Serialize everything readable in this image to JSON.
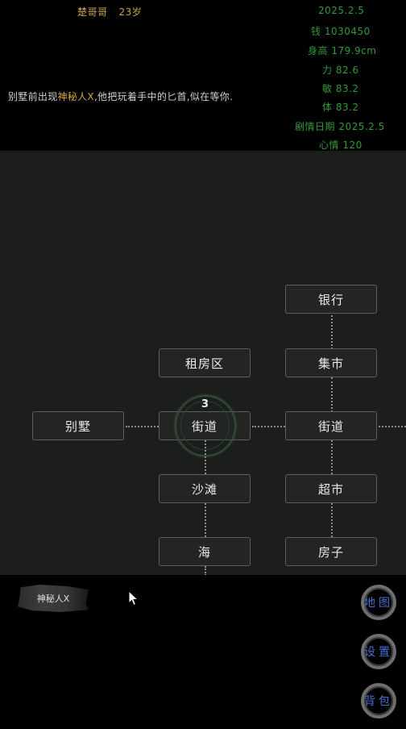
{
  "player": {
    "name": "楚哥哥",
    "age": "23岁"
  },
  "stats": {
    "date": "2025.2.5",
    "money": "钱 1030450",
    "height": "身高 179.9cm",
    "strength": "力 82.6",
    "agility": "敏 83.2",
    "stamina": "体 83.2",
    "story_date": "剧情日期 2025.2.5",
    "mood": "心情 120"
  },
  "story": {
    "prefix": "别墅前出现",
    "npc": "神秘人X",
    "suffix": ",他把玩着手中的匕首,似在等你."
  },
  "map": {
    "step_count": "3",
    "nodes": {
      "bank": "银行",
      "rental_area": "租房区",
      "market": "集市",
      "villa": "别墅",
      "street_center": "街道",
      "street_right": "街道",
      "beach": "沙滩",
      "supermarket": "超市",
      "sea": "海",
      "house": "房子"
    }
  },
  "npc_button": "神秘人X",
  "menu": {
    "map": "地图",
    "settings": "设置",
    "bag": "背包"
  },
  "colors": {
    "player_text": "#c9a64a",
    "stats_text": "#2e9a36",
    "highlight": "#d7a93d",
    "menu_text": "#4a6fd0"
  }
}
